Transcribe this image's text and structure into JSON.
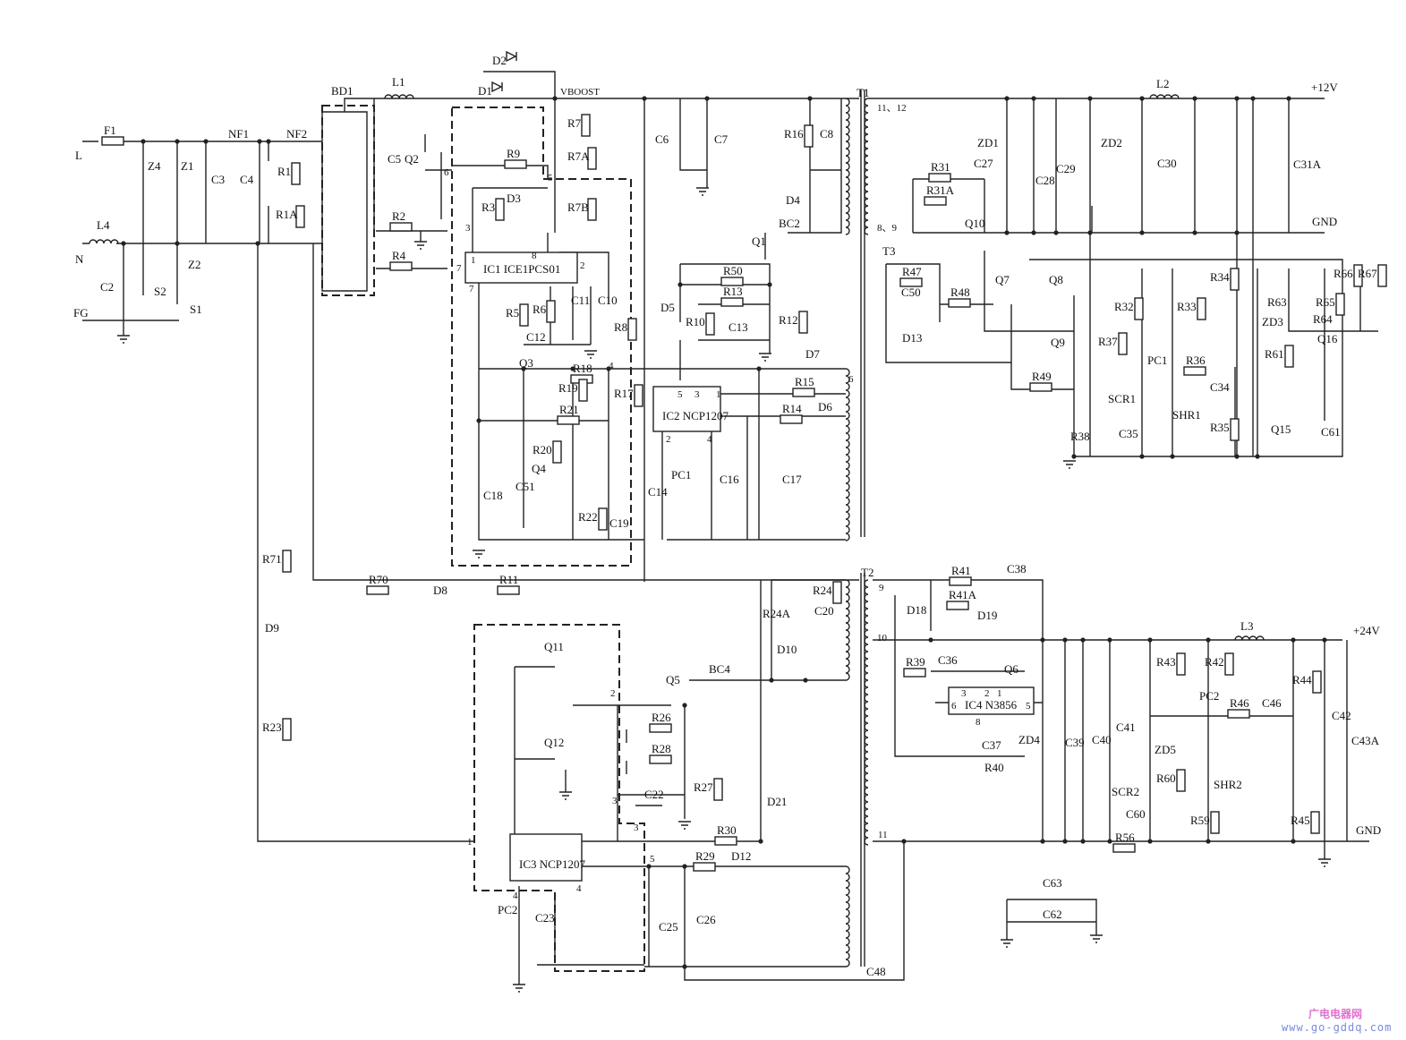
{
  "title": "Switching power supply schematic (ICE1PCS01 / NCP1207 / N3856)",
  "terminals": {
    "L": "L",
    "N": "N",
    "FG": "FG",
    "v12": "+12V",
    "gnd1": "GND",
    "v24": "+24V",
    "gnd2": "GND",
    "vboost": "VBOOST"
  },
  "ics": {
    "ic1": "IC1 ICE1PCS01",
    "ic2": "IC2 NCP1207",
    "ic3": "IC3 NCP1207",
    "ic4": "IC4 N3856"
  },
  "transformers": {
    "t1": "T1",
    "t2": "T2",
    "t3": "T3",
    "t1_pins": "11、12",
    "t1_pins2": "8、9"
  },
  "components": [
    "F1",
    "L4",
    "Z4",
    "Z1",
    "C3",
    "C4",
    "NF1",
    "NF2",
    "R1",
    "R1A",
    "Z2",
    "S2",
    "S1",
    "C2",
    "BD1",
    "L1",
    "D2",
    "D1",
    "C5",
    "Q2",
    "R2",
    "R4",
    "R9",
    "D3",
    "R3",
    "R7",
    "R7A",
    "R7B",
    "R5",
    "R6",
    "C11",
    "C10",
    "R8",
    "C12",
    "Q3",
    "R18",
    "R19",
    "R17",
    "R21",
    "R20",
    "Q4",
    "C51",
    "C18",
    "R22",
    "C19",
    "C6",
    "C7",
    "R16",
    "C8",
    "D4",
    "BC2",
    "Q1",
    "R50",
    "R13",
    "D5",
    "R10",
    "C13",
    "R12",
    "D7",
    "R15",
    "R14",
    "D6",
    "PC1",
    "C14",
    "C16",
    "C17",
    "R70",
    "D8",
    "R11",
    "R71",
    "D9",
    "R23",
    "R24A",
    "R24",
    "C20",
    "D10",
    "Q11",
    "Q12",
    "Q5",
    "BC4",
    "R26",
    "R28",
    "R27",
    "C22",
    "D21",
    "R30",
    "R29",
    "D12",
    "PC2",
    "C23",
    "C25",
    "C26",
    "C48",
    "L2",
    "ZD1",
    "ZD2",
    "R31",
    "C27",
    "R31A",
    "C28",
    "C29",
    "C30",
    "C31A",
    "Q10",
    "R47",
    "C50",
    "R48",
    "D13",
    "Q7",
    "Q8",
    "R32",
    "R33",
    "Q9",
    "R37",
    "PC1",
    "R36",
    "R34",
    "R63",
    "ZD3",
    "R65",
    "R64",
    "R66",
    "R67",
    "R61",
    "Q16",
    "R49",
    "SCR1",
    "SHR1",
    "C34",
    "R35",
    "Q15",
    "C61",
    "R38",
    "C35",
    "D18",
    "R41",
    "C38",
    "R41A",
    "D19",
    "L3",
    "R39",
    "C36",
    "Q6",
    "C37",
    "R40",
    "ZD4",
    "C39",
    "C40",
    "C41",
    "R43",
    "R42",
    "PC2",
    "R46",
    "C46",
    "R44",
    "C42",
    "C43A",
    "ZD5",
    "R60",
    "SCR2",
    "SHR2",
    "C60",
    "R59",
    "R45",
    "R56",
    "C63",
    "C62"
  ],
  "pins": [
    "1",
    "2",
    "3",
    "4",
    "5",
    "6",
    "7",
    "8",
    "1",
    "5",
    "3",
    "4",
    "2",
    "3",
    "1",
    "2",
    "3",
    "4",
    "5",
    "6",
    "7",
    "9",
    "10",
    "11",
    "3",
    "1",
    "2",
    "6",
    "8",
    "5",
    "4"
  ],
  "watermark": {
    "cn": "广电电器网",
    "url": "www.go-gddq.com"
  }
}
